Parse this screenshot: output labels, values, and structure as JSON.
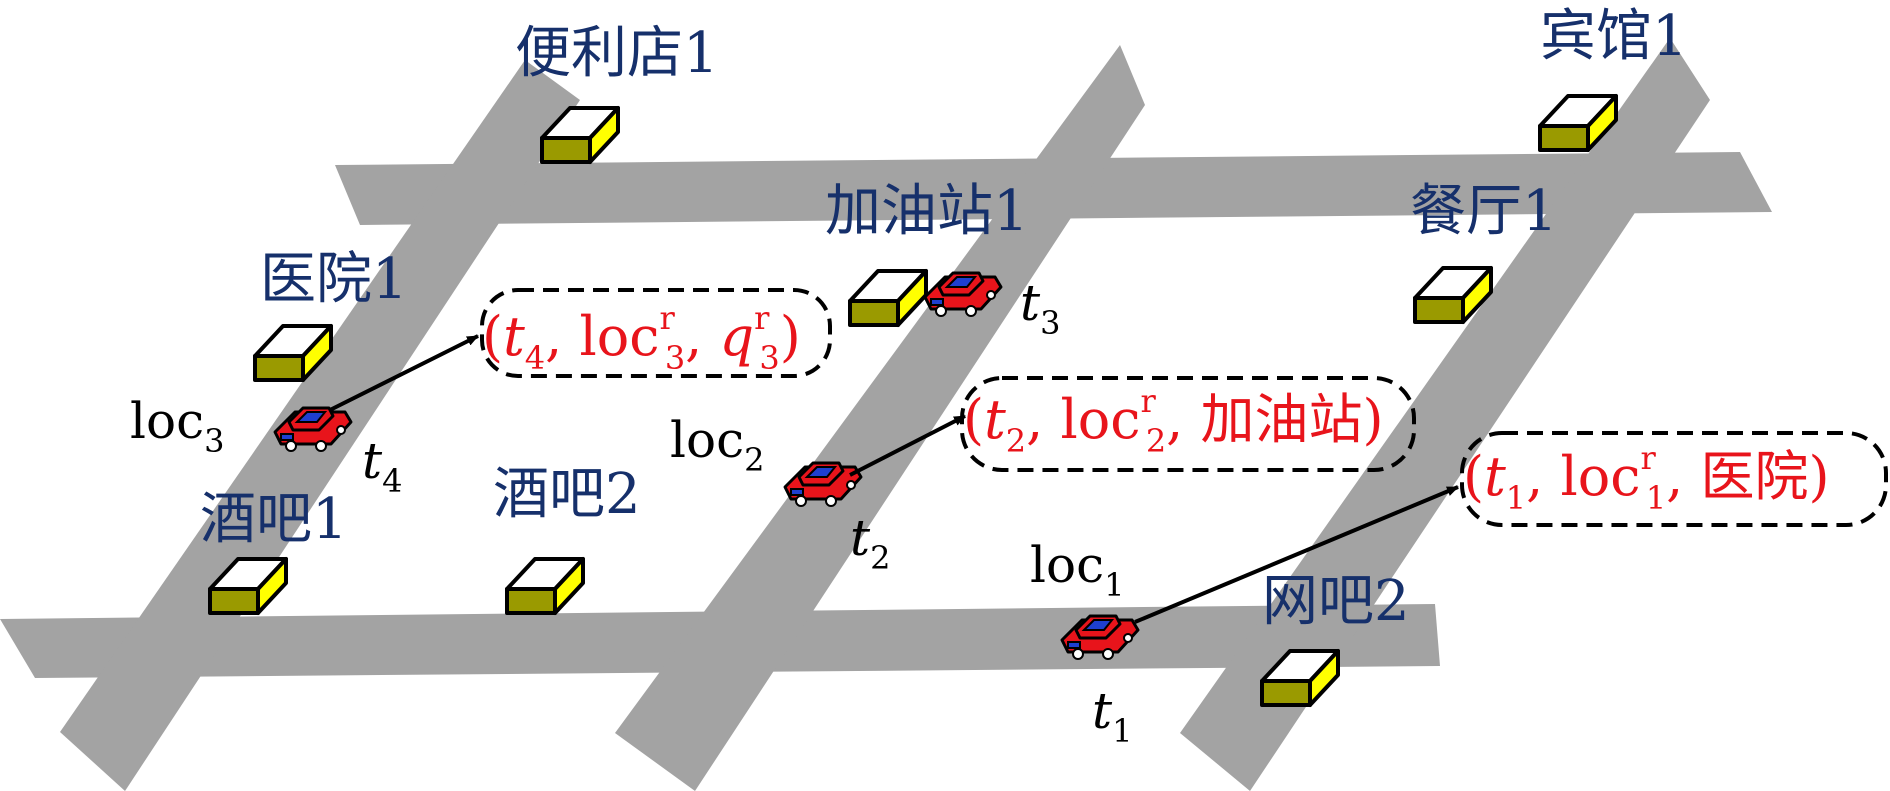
{
  "pois": [
    {
      "id": "convenience-store-1",
      "label": "便利店1"
    },
    {
      "id": "hotel-1",
      "label": "宾馆1"
    },
    {
      "id": "gas-station-1",
      "label": "加油站1"
    },
    {
      "id": "restaurant-1",
      "label": "餐厅1"
    },
    {
      "id": "hospital-1",
      "label": "医院1"
    },
    {
      "id": "bar-1",
      "label": "酒吧1"
    },
    {
      "id": "bar-2",
      "label": "酒吧2"
    },
    {
      "id": "internet-cafe-2",
      "label": "网吧2"
    }
  ],
  "vehicles": [
    {
      "id": "car-t1",
      "loc": "loc",
      "loc_sub": "1",
      "time": "t",
      "time_sub": "1"
    },
    {
      "id": "car-t2",
      "loc": "loc",
      "loc_sub": "2",
      "time": "t",
      "time_sub": "2"
    },
    {
      "id": "car-t3",
      "time": "t",
      "time_sub": "3"
    },
    {
      "id": "car-t4",
      "loc": "loc",
      "loc_sub": "3",
      "time": "t",
      "time_sub": "4"
    }
  ],
  "tuples": [
    {
      "id": "tuple-t4",
      "open": "(",
      "t": "t",
      "t_sub": "4",
      "sep1": ", ",
      "loc": "loc",
      "loc_sup": "r",
      "loc_sub": "3",
      "sep2": ", ",
      "q": "q",
      "q_sup": "r",
      "q_sub": "3",
      "close": ")"
    },
    {
      "id": "tuple-t2",
      "open": "(",
      "t": "t",
      "t_sub": "2",
      "sep1": ", ",
      "loc": "loc",
      "loc_sup": "r",
      "loc_sub": "2",
      "sep2": ", ",
      "category": "加油站",
      "close": ")"
    },
    {
      "id": "tuple-t1",
      "open": "(",
      "t": "t",
      "t_sub": "1",
      "sep1": ", ",
      "loc": "loc",
      "loc_sup": "r",
      "loc_sub": "1",
      "sep2": ", ",
      "category": "医院",
      "close": ")"
    }
  ],
  "colors": {
    "road": "#a3a3a3",
    "poi_label": "#16306b",
    "tuple_text": "#e8141b",
    "box_top": "#ffffff",
    "box_right": "#ffff00",
    "box_front": "#9a9a00",
    "car_body": "#e8141b",
    "car_window": "#1e3fd0"
  }
}
